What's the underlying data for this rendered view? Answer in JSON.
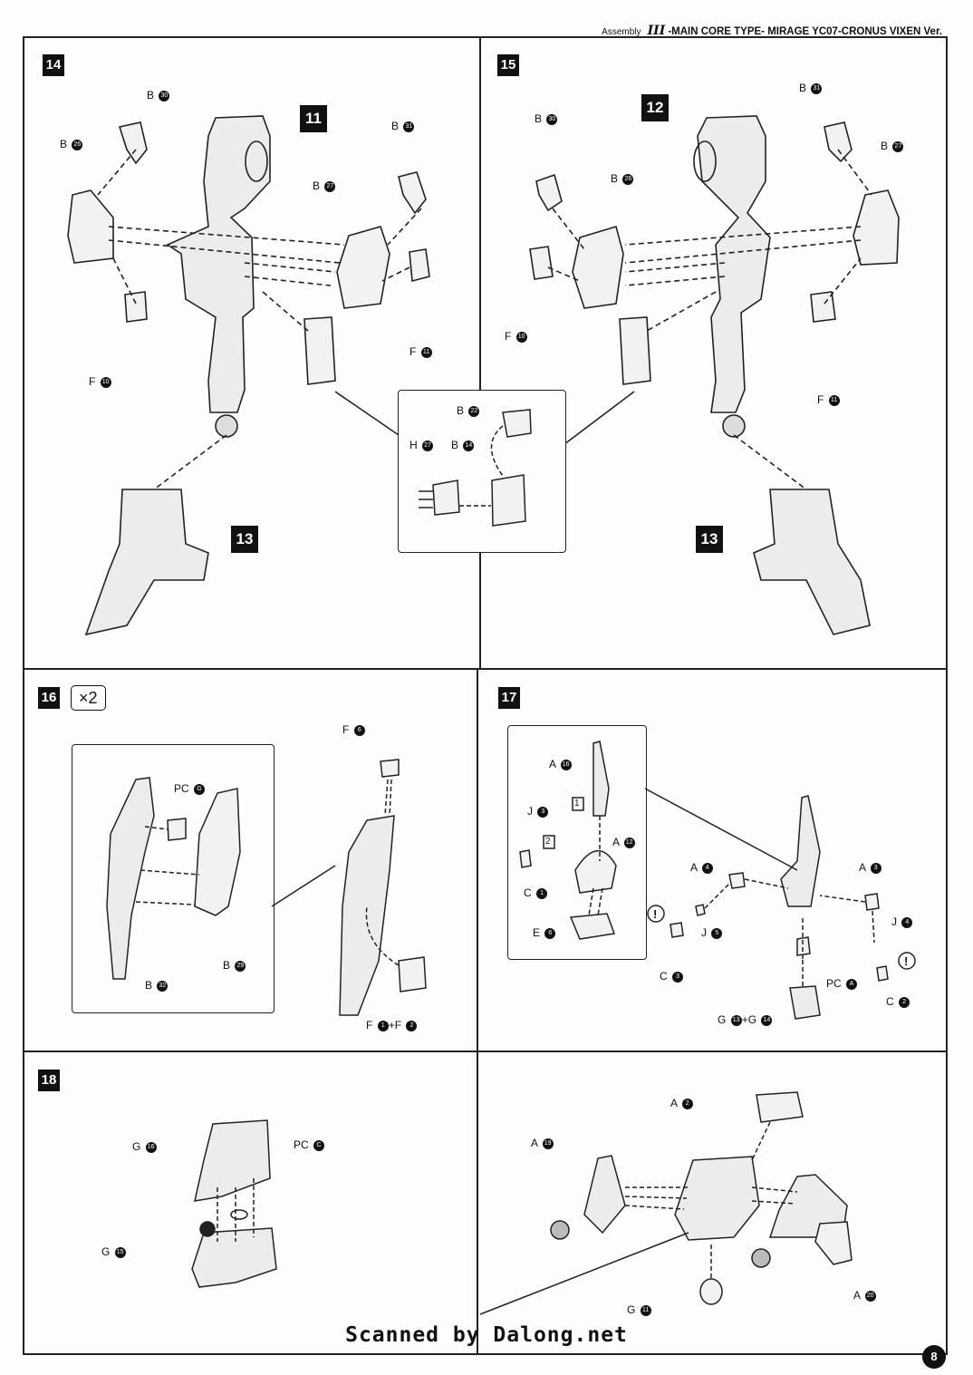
{
  "header": {
    "assembly": "Assembly",
    "roman": "III",
    "title": "-MAIN CORE TYPE- MIRAGE YC07-CRONUS VIXEN Ver."
  },
  "steps": {
    "s14": {
      "number": "14",
      "ref": "11",
      "ref2": "13",
      "labels": [
        {
          "id": "b30",
          "letter": "B",
          "num": "30"
        },
        {
          "id": "b26",
          "letter": "B",
          "num": "26"
        },
        {
          "id": "b31",
          "letter": "B",
          "num": "31"
        },
        {
          "id": "b27",
          "letter": "B",
          "num": "27"
        },
        {
          "id": "f10",
          "letter": "F",
          "num": "10"
        },
        {
          "id": "f11",
          "letter": "F",
          "num": "11"
        }
      ]
    },
    "s15": {
      "number": "15",
      "ref": "12",
      "ref2": "13",
      "labels": [
        {
          "id": "b31",
          "letter": "B",
          "num": "31"
        },
        {
          "id": "b30",
          "letter": "B",
          "num": "30"
        },
        {
          "id": "b27",
          "letter": "B",
          "num": "27"
        },
        {
          "id": "b26",
          "letter": "B",
          "num": "26"
        },
        {
          "id": "f10",
          "letter": "F",
          "num": "10"
        },
        {
          "id": "f11",
          "letter": "F",
          "num": "11"
        }
      ]
    },
    "sub_14_15": {
      "labels": [
        {
          "id": "b22",
          "letter": "B",
          "num": "22"
        },
        {
          "id": "h27",
          "letter": "H",
          "num": "27"
        },
        {
          "id": "b14",
          "letter": "B",
          "num": "14"
        }
      ]
    },
    "s16": {
      "number": "16",
      "multiplier": "×2",
      "labels": [
        {
          "id": "f6",
          "letter": "F",
          "num": "6"
        },
        {
          "id": "pcg",
          "letter": "PC",
          "num": "G"
        },
        {
          "id": "b29",
          "letter": "B",
          "num": "29"
        },
        {
          "id": "b32",
          "letter": "B",
          "num": "32"
        }
      ],
      "combo": {
        "a": "F",
        "an": "1",
        "b": "F",
        "bn": "2"
      }
    },
    "s17": {
      "number": "17",
      "labels": [
        {
          "id": "a16",
          "letter": "A",
          "num": "16"
        },
        {
          "id": "j3",
          "letter": "J",
          "num": "3"
        },
        {
          "id": "a12",
          "letter": "A",
          "num": "12"
        },
        {
          "id": "c1",
          "letter": "C",
          "num": "1"
        },
        {
          "id": "e6",
          "letter": "E",
          "num": "6"
        },
        {
          "id": "a4",
          "letter": "A",
          "num": "4"
        },
        {
          "id": "a3",
          "letter": "A",
          "num": "3"
        },
        {
          "id": "j5",
          "letter": "J",
          "num": "5"
        },
        {
          "id": "j4",
          "letter": "J",
          "num": "4"
        },
        {
          "id": "c3",
          "letter": "C",
          "num": "3"
        },
        {
          "id": "pca",
          "letter": "PC",
          "num": "A"
        },
        {
          "id": "c2",
          "letter": "C",
          "num": "2"
        }
      ],
      "combo": {
        "a": "G",
        "an": "13",
        "b": "G",
        "bn": "14"
      },
      "order1": "1",
      "order2": "2"
    },
    "s18": {
      "number": "18",
      "labels": [
        {
          "id": "g16",
          "letter": "G",
          "num": "16"
        },
        {
          "id": "pcc",
          "letter": "PC",
          "num": "C"
        },
        {
          "id": "g15",
          "letter": "G",
          "num": "15"
        }
      ]
    },
    "s18b": {
      "labels": [
        {
          "id": "a2",
          "letter": "A",
          "num": "2"
        },
        {
          "id": "a19",
          "letter": "A",
          "num": "19"
        },
        {
          "id": "g11",
          "letter": "G",
          "num": "11"
        },
        {
          "id": "a20",
          "letter": "A",
          "num": "20"
        }
      ]
    }
  },
  "footer": "Scanned by Dalong.net",
  "page_number": "8"
}
